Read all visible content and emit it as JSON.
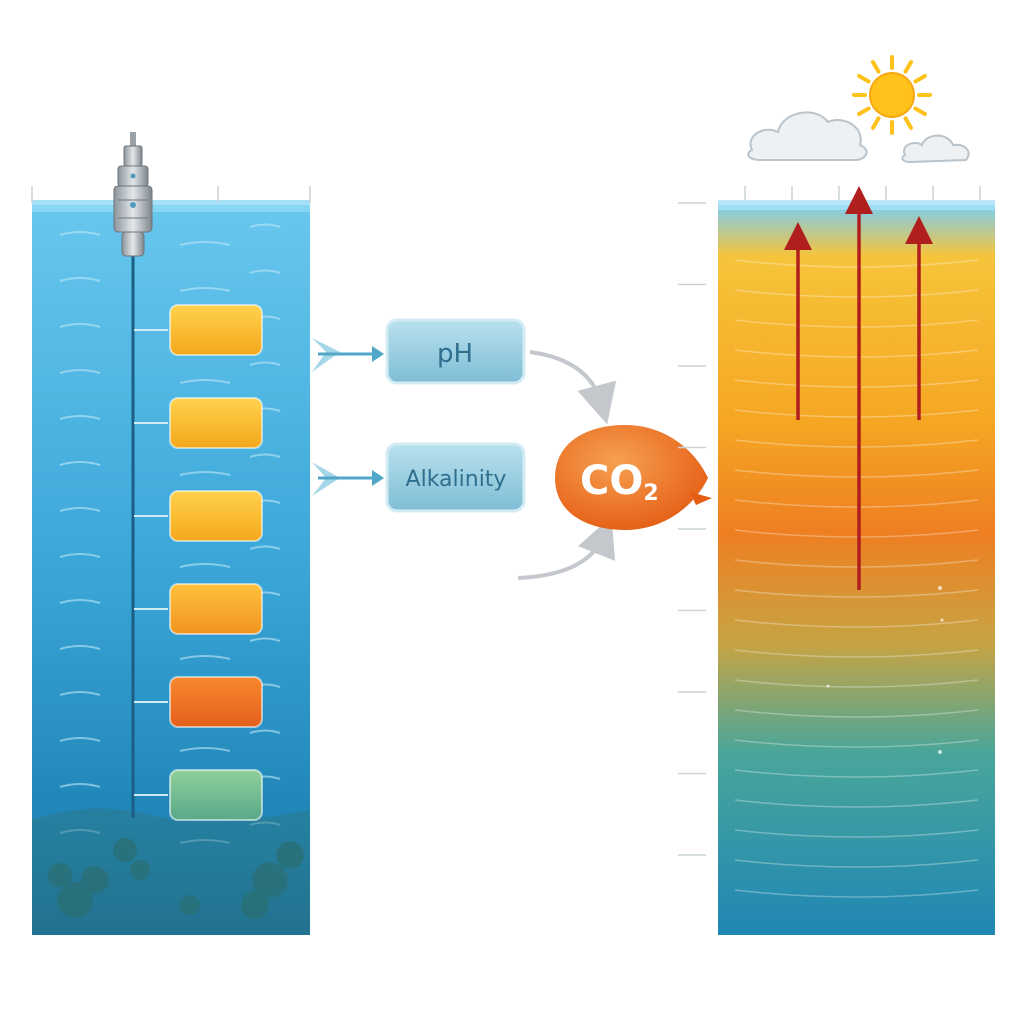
{
  "labels": {
    "ph": "pH",
    "alkalinity": "Alkalinity",
    "co2_main": "CO",
    "co2_sub": "2"
  },
  "left_column": {
    "sample_levels": [
      {
        "color_top": "#ffd24d",
        "color_bottom": "#f4a81c"
      },
      {
        "color_top": "#ffd24d",
        "color_bottom": "#f4a81c"
      },
      {
        "color_top": "#ffd24d",
        "color_bottom": "#f4a81c"
      },
      {
        "color_top": "#ffc23d",
        "color_bottom": "#f19320"
      },
      {
        "color_top": "#f8872e",
        "color_bottom": "#e4601c"
      },
      {
        "color_top": "#8fd09a",
        "color_bottom": "#5aa889"
      }
    ]
  },
  "right_column": {
    "upward_arrow_count": 3,
    "scale_tick_count": 9
  },
  "colors": {
    "water_light": "#59bde8",
    "water_dark": "#1f7fb2",
    "label_box": "#8fc9df",
    "co2_drop": "#ea6a1c",
    "arrow_red": "#b01e1e",
    "sun": "#ffc21a"
  },
  "icons": [
    "sensor-probe-icon",
    "sun-icon",
    "cloud-icon"
  ]
}
